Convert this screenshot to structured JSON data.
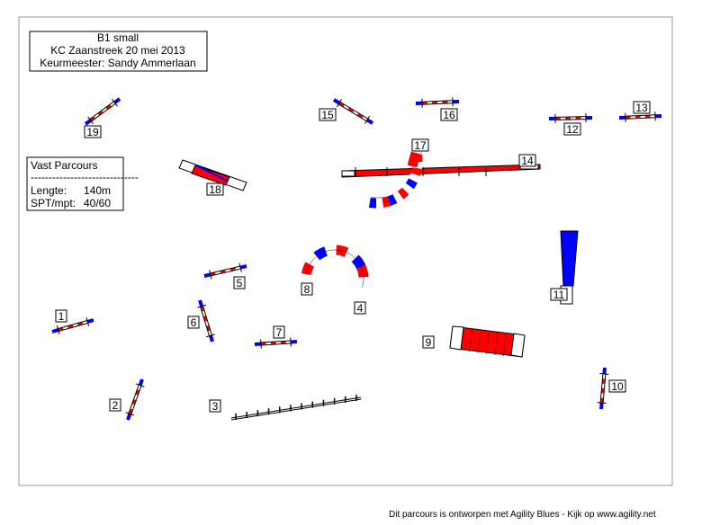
{
  "title_box": {
    "line1": "B1 small",
    "line2": "KC Zaanstreek 20 mei 2013",
    "line3": "Keurmeester: Sandy Ammerlaan"
  },
  "info_box": {
    "heading": "Vast Parcours",
    "divider": "------------------------------",
    "length_label": "Lengte:",
    "length_value": "140m",
    "spt_label": "SPT/mpt:",
    "spt_value": "40/60"
  },
  "obstacles": [
    {
      "number": "1"
    },
    {
      "number": "2"
    },
    {
      "number": "3"
    },
    {
      "number": "4"
    },
    {
      "number": "5"
    },
    {
      "number": "6"
    },
    {
      "number": "7"
    },
    {
      "number": "8"
    },
    {
      "number": "9"
    },
    {
      "number": "10"
    },
    {
      "number": "11"
    },
    {
      "number": "12"
    },
    {
      "number": "13"
    },
    {
      "number": "14"
    },
    {
      "number": "15"
    },
    {
      "number": "16"
    },
    {
      "number": "17"
    },
    {
      "number": "18"
    },
    {
      "number": "19"
    }
  ],
  "colors": {
    "red": "#ff0000",
    "blue": "#0000ff",
    "black": "#000000",
    "white": "#ffffff"
  },
  "footer": "Dit parcours is ontworpen met Agility Blues - Kijk op www.agility.net"
}
